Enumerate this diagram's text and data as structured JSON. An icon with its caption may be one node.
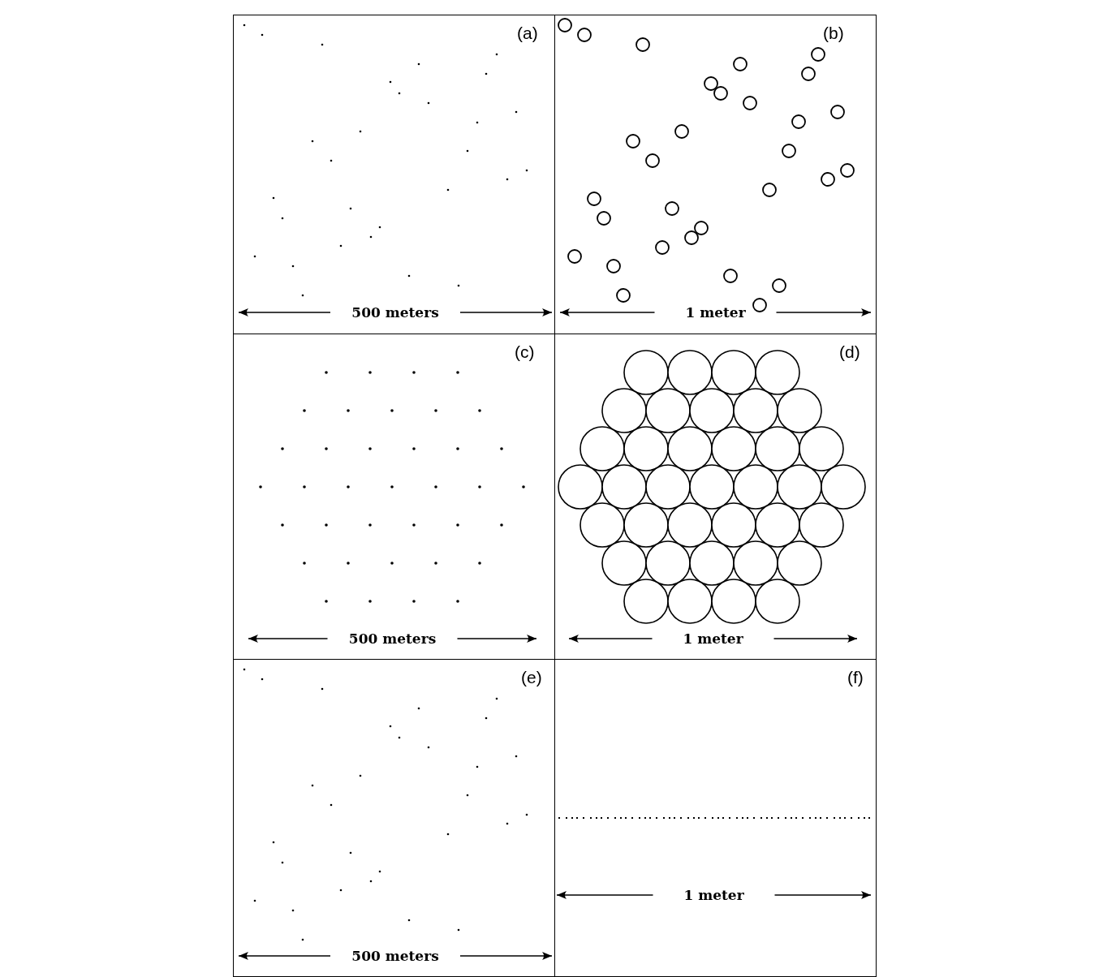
{
  "diagram": {
    "nodes": [
      {
        "text": [
          "(a)",
          "500 meters"
        ]
      },
      {
        "text": [
          "(b)",
          "1 meter"
        ]
      },
      {
        "text": [
          "(c)",
          "500 meters"
        ]
      },
      {
        "text": [
          "(d)",
          "1 meter"
        ]
      },
      {
        "text": [
          "(e)",
          "500 meters"
        ]
      },
      {
        "text": [
          "(f)",
          "1 meter"
        ]
      }
    ]
  }
}
